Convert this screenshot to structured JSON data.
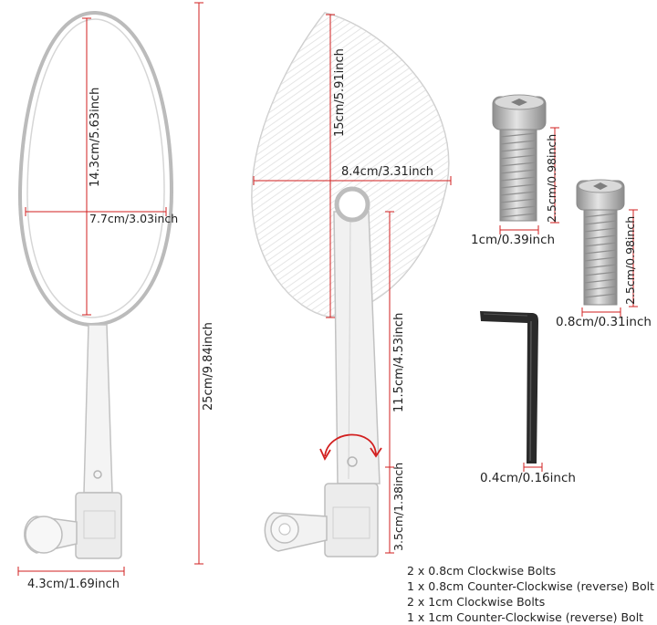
{
  "colors": {
    "dimension_line": "#d21f1f",
    "mirror_outline": "#b9b9b9",
    "metal": "#c8c8c8",
    "wrench": "#2a2a2a"
  },
  "dimensions": {
    "left_height": "14.3cm/5.63inch",
    "left_width": "7.7cm/3.03inch",
    "total_length": "25cm/9.84inch",
    "base_width": "4.3cm/1.69inch",
    "right_height": "15cm/5.91inch",
    "right_width": "8.4cm/3.31inch",
    "stem_length": "11.5cm/4.53inch",
    "base_height": "3.5cm/1.38inch",
    "bolt_large_length": "2.5cm/0.98inch",
    "bolt_large_width": "1cm/0.39inch",
    "bolt_small_length": "2.5cm/0.98inch",
    "bolt_small_width": "0.8cm/0.31inch",
    "wrench_size": "0.4cm/0.16inch"
  },
  "notes": [
    "2 x 0.8cm Clockwise Bolts",
    "1 x 0.8cm Counter-Clockwise (reverse) Bolt",
    "2 x 1cm Clockwise Bolts",
    "1 x 1cm Counter-Clockwise (reverse) Bolt"
  ]
}
